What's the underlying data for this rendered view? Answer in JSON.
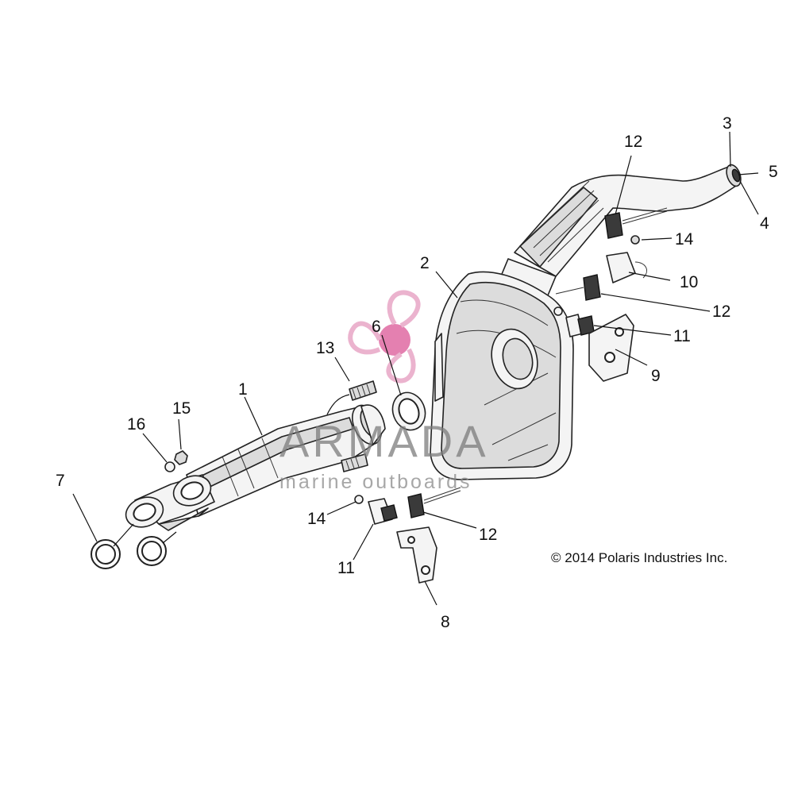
{
  "diagram": {
    "copyright": "© 2014 Polaris Industries Inc.",
    "watermark": {
      "brand": "ARMADA",
      "tagline": "marine outboards",
      "brand_color": "#e8a6c6"
    },
    "callouts": [
      {
        "id": "c1",
        "label": "1"
      },
      {
        "id": "c2",
        "label": "2"
      },
      {
        "id": "c3",
        "label": "3"
      },
      {
        "id": "c4",
        "label": "4"
      },
      {
        "id": "c5",
        "label": "5"
      },
      {
        "id": "c6",
        "label": "6"
      },
      {
        "id": "c7",
        "label": "7"
      },
      {
        "id": "c8",
        "label": "8"
      },
      {
        "id": "c9",
        "label": "9"
      },
      {
        "id": "c10",
        "label": "10"
      },
      {
        "id": "c11a",
        "label": "11"
      },
      {
        "id": "c11b",
        "label": "11"
      },
      {
        "id": "c12a",
        "label": "12"
      },
      {
        "id": "c12b",
        "label": "12"
      },
      {
        "id": "c12c",
        "label": "12"
      },
      {
        "id": "c13",
        "label": "13"
      },
      {
        "id": "c14a",
        "label": "14"
      },
      {
        "id": "c14b",
        "label": "14"
      },
      {
        "id": "c15",
        "label": "15"
      },
      {
        "id": "c16",
        "label": "16"
      }
    ]
  }
}
